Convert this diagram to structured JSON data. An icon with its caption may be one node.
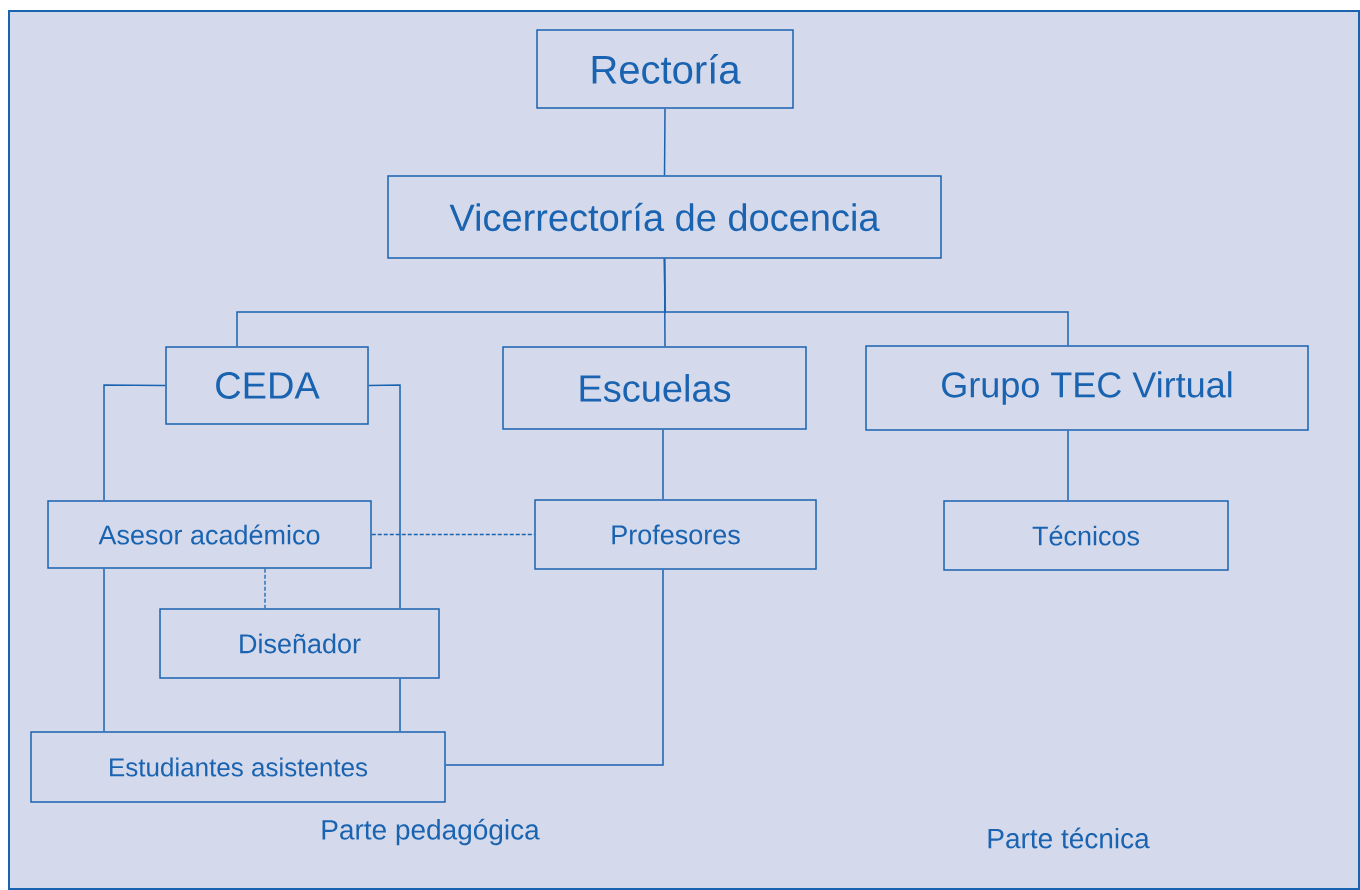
{
  "diagram": {
    "nodes": [
      {
        "text": [
          "Rectoría"
        ]
      },
      {
        "text": [
          "Vicerrectoría de docencia"
        ]
      },
      {
        "text": [
          "CEDA"
        ]
      },
      {
        "text": [
          "Escuelas"
        ]
      },
      {
        "text": [
          "Grupo TEC Virtual"
        ]
      },
      {
        "text": [
          "Asesor académico"
        ]
      },
      {
        "text": [
          "Profesores"
        ]
      },
      {
        "text": [
          "Técnicos"
        ]
      },
      {
        "text": [
          "Diseñador"
        ]
      },
      {
        "text": [
          "Estudiantes asistentes"
        ]
      }
    ],
    "edges": [
      {
        "from": 0,
        "to": 1,
        "arrow": "none"
      },
      {
        "from": 1,
        "to": 2,
        "arrow": "none"
      },
      {
        "from": 1,
        "to": 3,
        "arrow": "none"
      },
      {
        "from": 1,
        "to": 4,
        "arrow": "none"
      },
      {
        "from": 2,
        "to": 5,
        "arrow": "none"
      },
      {
        "from": 2,
        "to": 8,
        "arrow": "none"
      },
      {
        "from": 3,
        "to": 6,
        "arrow": "none"
      },
      {
        "from": 4,
        "to": 7,
        "arrow": "none"
      },
      {
        "from": 5,
        "to": 6,
        "arrow": "none",
        "style": "dashed"
      },
      {
        "from": 5,
        "to": 8,
        "arrow": "none",
        "style": "dashed"
      },
      {
        "from": 5,
        "to": 9,
        "arrow": "none"
      },
      {
        "from": 8,
        "to": 9,
        "arrow": "none"
      },
      {
        "from": 6,
        "to": 9,
        "arrow": "none"
      }
    ],
    "labels": [
      "Parte pedagógica",
      "Parte técnica"
    ]
  }
}
